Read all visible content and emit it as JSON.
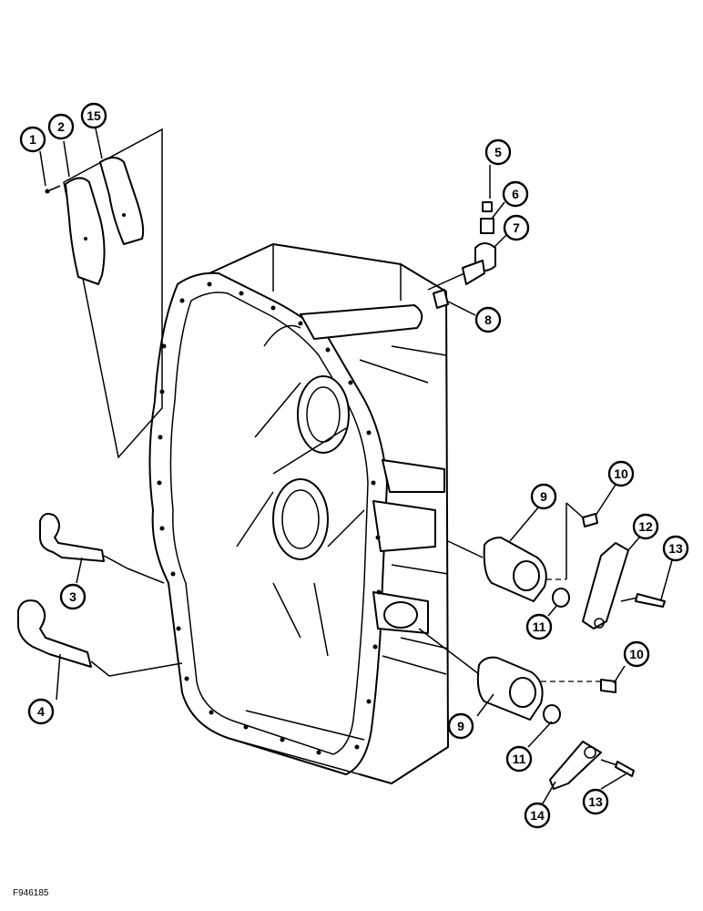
{
  "figure_id": "F946185",
  "callouts": [
    "1",
    "2",
    "15",
    "5",
    "6",
    "7",
    "8",
    "10",
    "9",
    "12",
    "13",
    "3",
    "11",
    "4",
    "10",
    "9",
    "11",
    "14",
    "13"
  ]
}
